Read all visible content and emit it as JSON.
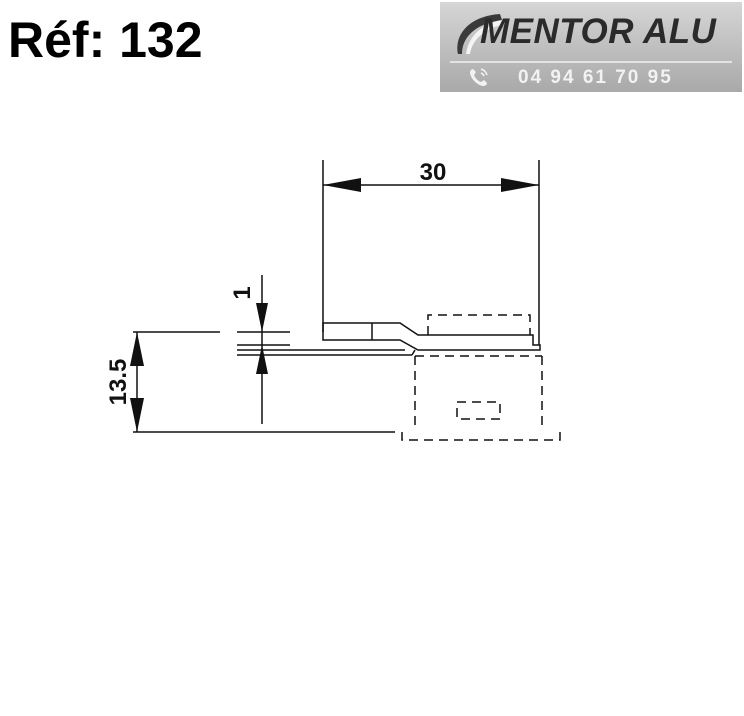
{
  "title": "Réf: 132",
  "logo": {
    "brand": "MENTOR ALU",
    "phone": "04 94 61 70 95",
    "icon": "phone-icon"
  },
  "drawing": {
    "dimensions": {
      "width": "30",
      "thickness": "1",
      "height": "13.5"
    }
  }
}
